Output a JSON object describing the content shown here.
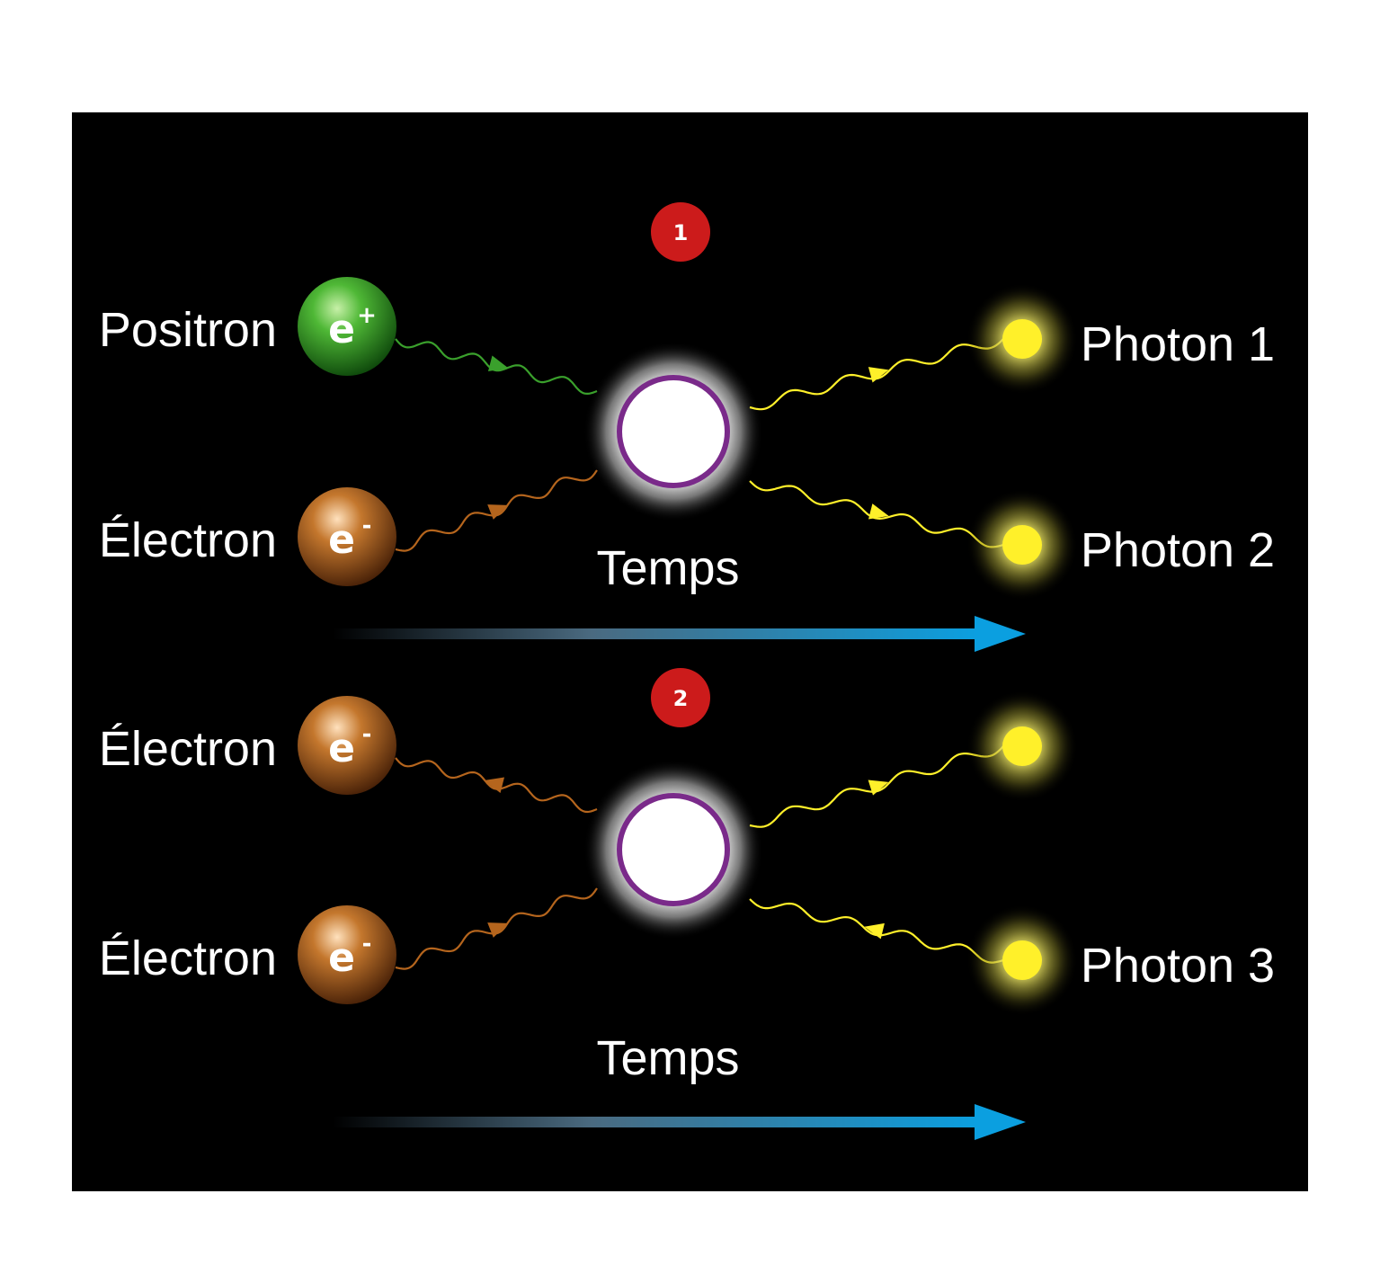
{
  "panels": [
    {
      "badge": "1",
      "time_label": "Temps",
      "particles_left": [
        {
          "label": "Positron",
          "symbol": "e",
          "charge": "+",
          "kind": "positron"
        },
        {
          "label": "Électron",
          "symbol": "e",
          "charge": "-",
          "kind": "electron"
        }
      ],
      "particles_right": [
        {
          "label": "Photon 1",
          "kind": "photon"
        },
        {
          "label": "Photon 2",
          "kind": "photon"
        }
      ]
    },
    {
      "badge": "2",
      "time_label": "Temps",
      "particles_left": [
        {
          "label": "Électron",
          "symbol": "e",
          "charge": "-",
          "kind": "electron"
        },
        {
          "label": "Électron",
          "symbol": "e",
          "charge": "-",
          "kind": "electron"
        }
      ],
      "particles_right": [
        {
          "label": "",
          "kind": "photon"
        },
        {
          "label": "Photon 3",
          "kind": "photon"
        }
      ]
    }
  ],
  "colors": {
    "background": "#000000",
    "positron": "#3aa02c",
    "electron": "#b5651d",
    "photon": "#fff02a",
    "vertex_ring": "#7a2a8a",
    "badge": "#cc1b1b",
    "time_arrow": "#0b9fe0"
  }
}
